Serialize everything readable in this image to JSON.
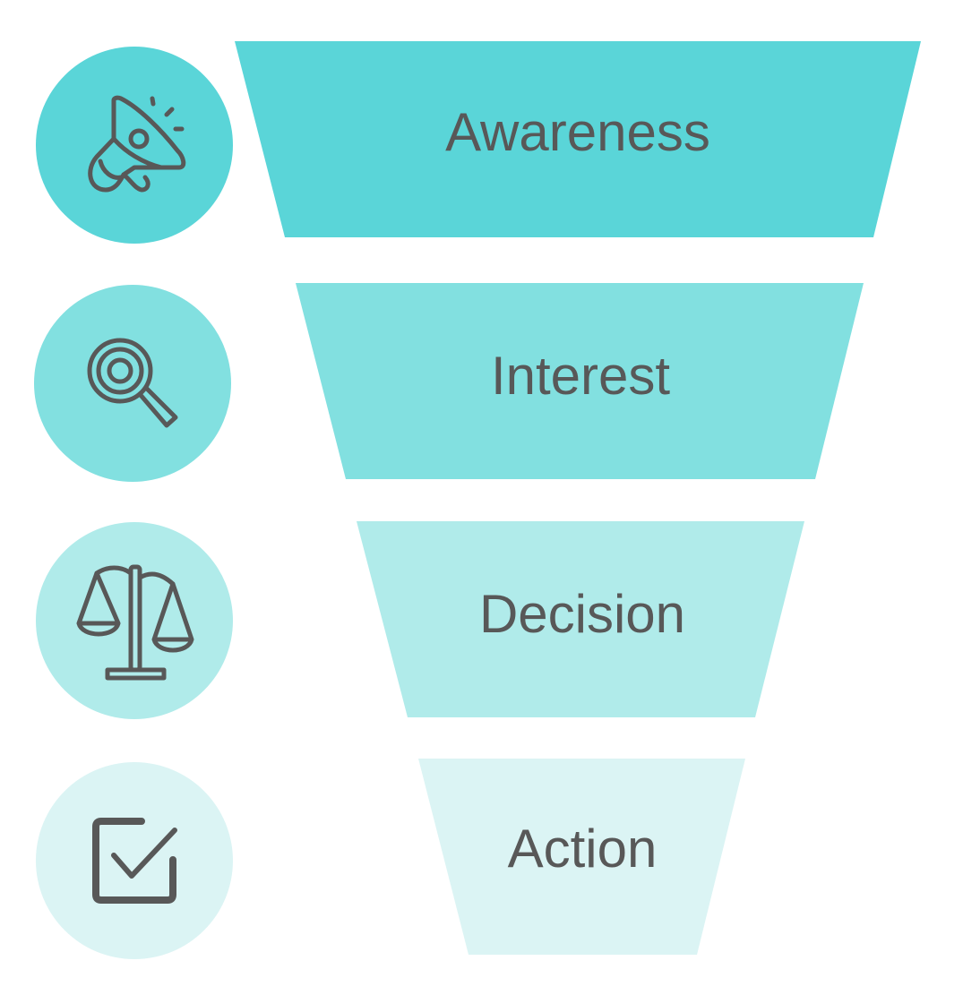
{
  "stages": [
    {
      "label": "Awareness",
      "icon": "megaphone-icon",
      "color": "#5ad5d8"
    },
    {
      "label": "Interest",
      "icon": "magnifier-icon",
      "color": "#82e0e0"
    },
    {
      "label": "Decision",
      "icon": "scales-icon",
      "color": "#b0ebea"
    },
    {
      "label": "Action",
      "icon": "checkbox-icon",
      "color": "#dbf4f4"
    }
  ],
  "text_color": "#585858"
}
